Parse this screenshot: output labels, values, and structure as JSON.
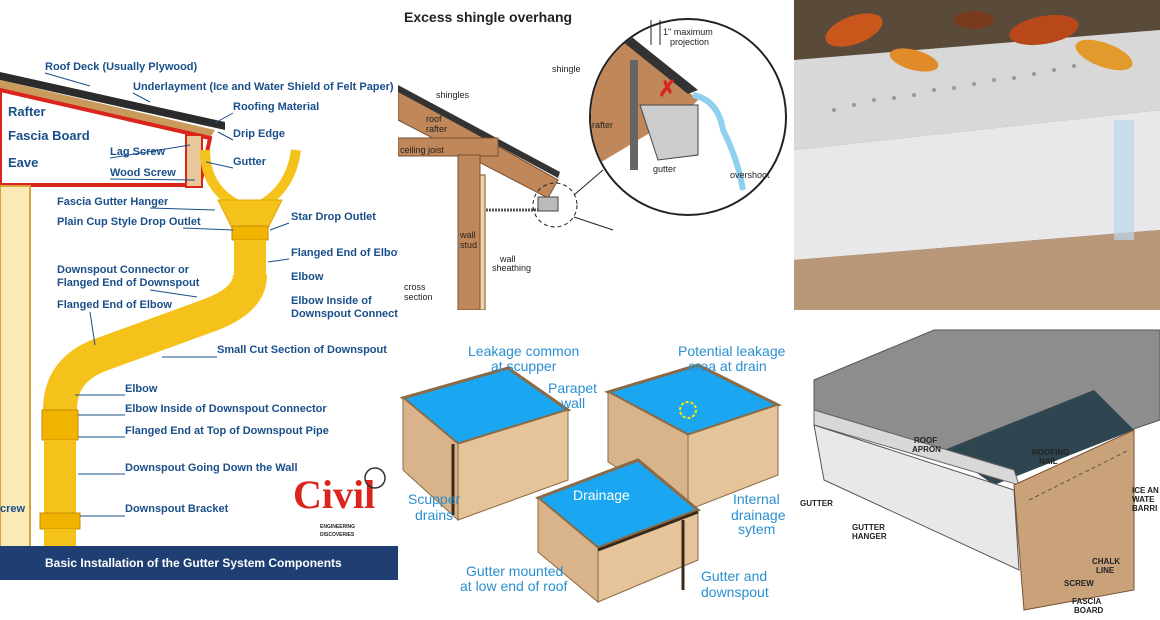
{
  "gutter_diagram": {
    "labels": {
      "roof_deck": "Roof Deck (Usually Plywood)",
      "underlayment": "Underlayment (Ice and Water Shield of Felt Paper)",
      "roofing_material": "Roofing Material",
      "rafter": "Rafter",
      "drip_edge": "Drip Edge",
      "fascia_board": "Fascia Board",
      "lag_screw": "Lag Screw",
      "gutter": "Gutter",
      "eave": "Eave",
      "wood_screw": "Wood Screw",
      "fascia_gutter_hanger": "Fascia Gutter Hanger",
      "plain_cup": "Plain Cup Style Drop Outlet",
      "star_drop": "Star Drop Outlet",
      "flanged_end_elbow_1": "Flanged End of Elbow",
      "elbow_1": "Elbow",
      "downspout_connector_1": "Downspout Connector or",
      "downspout_connector_2": "Flanged End of Downspout",
      "elbow_inside_1": "Elbow Inside of",
      "elbow_inside_2": "Downspout Connector",
      "flanged_end_elbow_2": "Flanged End of Elbow",
      "small_cut": "Small Cut Section of Downspout",
      "elbow_2": "Elbow",
      "elbow_inside_full": "Elbow Inside of Downspout Connector",
      "flanged_top": "Flanged End at Top of Downspout Pipe",
      "downspout_wall": "Downspout Going Down the Wall",
      "downspout_bracket": "Downspout Bracket",
      "crew": "crew"
    },
    "logo_text": "Civil",
    "logo_sub": "ENGINEERING",
    "logo_sub2": "DISCOVERIES",
    "caption": "Basic Installation of the Gutter System Components"
  },
  "shingle_diagram": {
    "title": "Excess shingle overhang",
    "labels": {
      "shingles": "shingles",
      "roof": "roof",
      "rafter": "rafter",
      "ceiling_joist": "ceiling joist",
      "wall": "wall",
      "stud": "stud",
      "wall_sheathing_1": "wall",
      "wall_sheathing_2": "sheathing",
      "cross": "cross",
      "section": "section",
      "shingle": "shingle",
      "max_proj_1": "1\" maximum",
      "max_proj_2": "projection",
      "rafter_zoom": "rafter",
      "gutter": "gutter",
      "overshoot": "overshoot"
    }
  },
  "flat_roof_diagram": {
    "labels": {
      "leakage_scupper_1": "Leakage common",
      "leakage_scupper_2": "at scupper",
      "parapet_1": "Parapet",
      "parapet_2": "wall",
      "potential_leak_1": "Potential leakage",
      "potential_leak_2": "area at drain",
      "scupper_drains_1": "Scupper",
      "scupper_drains_2": "drains",
      "internal_1": "Internal",
      "internal_2": "drainage",
      "internal_3": "sytem",
      "drainage": "Drainage",
      "gutter_mounted_1": "Gutter mounted",
      "gutter_mounted_2": "at low end of roof",
      "gutter_downspout_1": "Gutter and",
      "gutter_downspout_2": "downspout"
    }
  },
  "gutter_cutaway": {
    "labels": {
      "roof_apron_1": "ROOF",
      "roof_apron_2": "APRON",
      "roofing_nail_1": "ROOFING",
      "roofing_nail_2": "NAIL",
      "ice_water_1": "ICE AN",
      "ice_water_2": "WATE",
      "ice_water_3": "BARRI",
      "gutter": "GUTTER",
      "gutter_hanger_1": "GUTTER",
      "gutter_hanger_2": "HANGER",
      "chalk_line_1": "CHALK",
      "chalk_line_2": "LINE",
      "screw": "SCREW",
      "fascia_board_1": "FASCIA",
      "fascia_board_2": "BOARD"
    }
  },
  "colors": {
    "gutter_yellow": "#f5c21b",
    "label_blue": "#1a4f8a",
    "caption_bg": "#1f3f73",
    "roof_blue": "#1aa6f0",
    "brick": "#d9b48a"
  }
}
